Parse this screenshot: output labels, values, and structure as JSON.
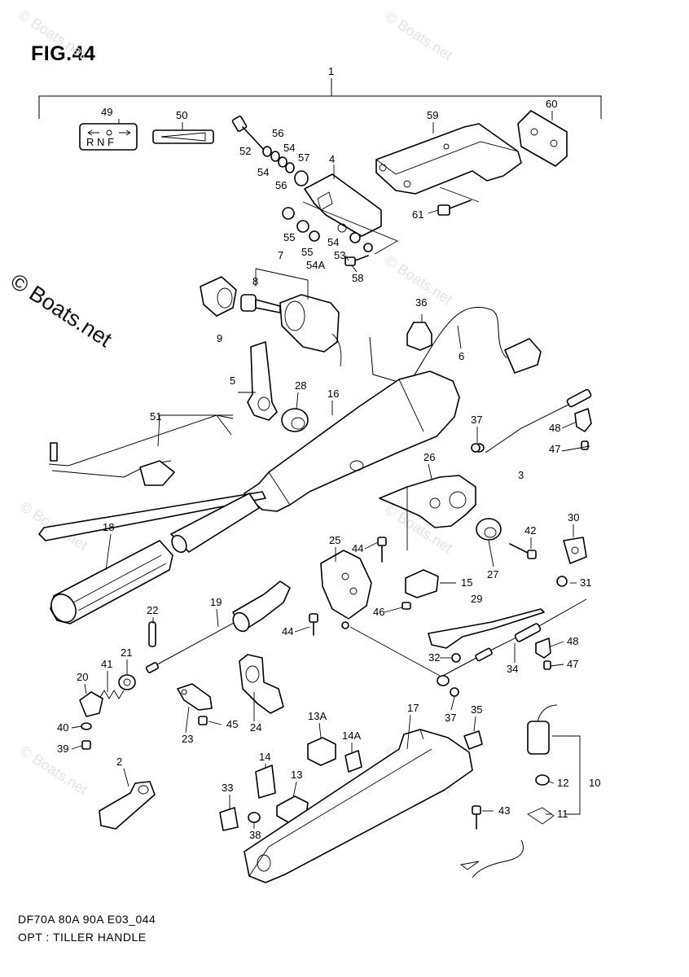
{
  "figure": {
    "title": "FIG.44",
    "watermark": "© Boats.net",
    "watermark_light": "© Boats.net",
    "footer_model": "DF70A 80A 90A E03_044",
    "footer_description": "OPT : TILLER HANDLE"
  },
  "callouts": {
    "c1": "1",
    "c2": "2",
    "c3": "3",
    "c4": "4",
    "c5": "5",
    "c6": "6",
    "c7": "7",
    "c8": "8",
    "c9": "9",
    "c10": "10",
    "c11": "11",
    "c12": "12",
    "c13": "13",
    "c13a": "13A",
    "c14": "14",
    "c14a": "14A",
    "c15": "15",
    "c16": "16",
    "c17": "17",
    "c18": "18",
    "c19": "19",
    "c20": "20",
    "c21": "21",
    "c22": "22",
    "c23": "23",
    "c24": "24",
    "c25": "25",
    "c26": "26",
    "c27": "27",
    "c28": "28",
    "c29": "29",
    "c30": "30",
    "c31": "31",
    "c32": "32",
    "c33": "33",
    "c34": "34",
    "c35": "35",
    "c36": "36",
    "c37a": "37",
    "c37b": "37",
    "c38": "38",
    "c39": "39",
    "c40": "40",
    "c41": "41",
    "c42": "42",
    "c43": "43",
    "c44a": "44",
    "c44b": "44",
    "c45": "45",
    "c46": "46",
    "c47a": "47",
    "c47b": "47",
    "c48a": "48",
    "c48b": "48",
    "c49": "49",
    "c50": "50",
    "c51": "51",
    "c52": "52",
    "c53": "53",
    "c54a": "54",
    "c54b": "54",
    "c54c": "54",
    "c54A": "54A",
    "c55a": "55",
    "c55b": "55",
    "c56a": "56",
    "c56b": "56",
    "c57": "57",
    "c58": "58",
    "c59": "59",
    "c60": "60",
    "c61": "61"
  },
  "decal_49_text": "R N F"
}
